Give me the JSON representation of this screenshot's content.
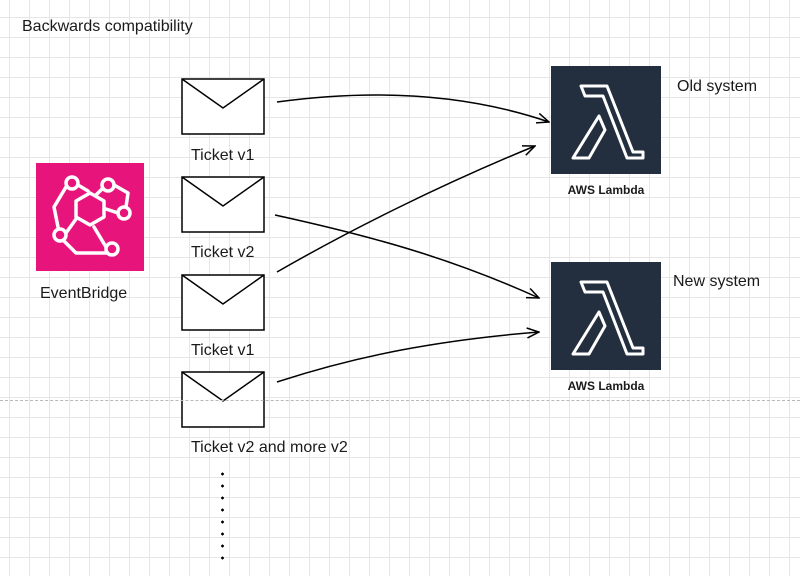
{
  "diagram": {
    "title": "Backwards compatibility",
    "source": {
      "label": "EventBridge",
      "icon": "eventbridge-icon",
      "color": "#e7157b"
    },
    "messages": [
      {
        "label": "Ticket v1",
        "icon": "envelope-icon"
      },
      {
        "label": "Ticket v2",
        "icon": "envelope-icon"
      },
      {
        "label": "Ticket v1",
        "icon": "envelope-icon"
      },
      {
        "label": "Ticket v2 and more v2",
        "icon": "envelope-icon"
      }
    ],
    "targets": [
      {
        "label": "AWS Lambda",
        "caption": "Old system",
        "icon": "lambda-icon",
        "color": "#232f3e"
      },
      {
        "label": "AWS Lambda",
        "caption": "New system",
        "icon": "lambda-icon",
        "color": "#232f3e"
      }
    ],
    "edges": [
      {
        "from": "Ticket v1",
        "to": "Old system"
      },
      {
        "from": "Ticket v2",
        "to": "New system"
      },
      {
        "from": "Ticket v1",
        "to": "Old system"
      },
      {
        "from": "Ticket v2 and more v2",
        "to": "New system"
      }
    ]
  }
}
